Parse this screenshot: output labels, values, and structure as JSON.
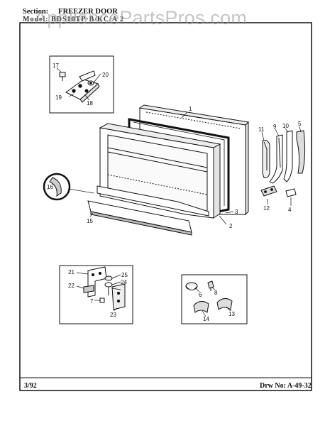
{
  "header": {
    "section_label": "Section:",
    "section_title": "FREEZER DOOR",
    "model_line": "Model: BDS10TP·B/KC/A 2"
  },
  "watermark": "AppliancePartsPros.com",
  "footer": {
    "date": "3/92",
    "drawing_number": "Drw No: A-49-32"
  },
  "callouts": {
    "n1": "1",
    "n2": "2",
    "n3": "3",
    "n4": "4",
    "n5": "5",
    "n6": "6",
    "n7": "7",
    "n8": "8",
    "n9": "9",
    "n10": "10",
    "n11": "11",
    "n12": "12",
    "n13": "13",
    "n14": "14",
    "n15": "15",
    "n16": "16",
    "n17": "17",
    "n18": "18",
    "n19": "19",
    "n20": "20",
    "n21": "21",
    "n22": "22",
    "n23": "23",
    "n24": "24",
    "n25": "25"
  },
  "colors": {
    "line": "#111111",
    "watermark": "#969696",
    "background": "#ffffff"
  }
}
